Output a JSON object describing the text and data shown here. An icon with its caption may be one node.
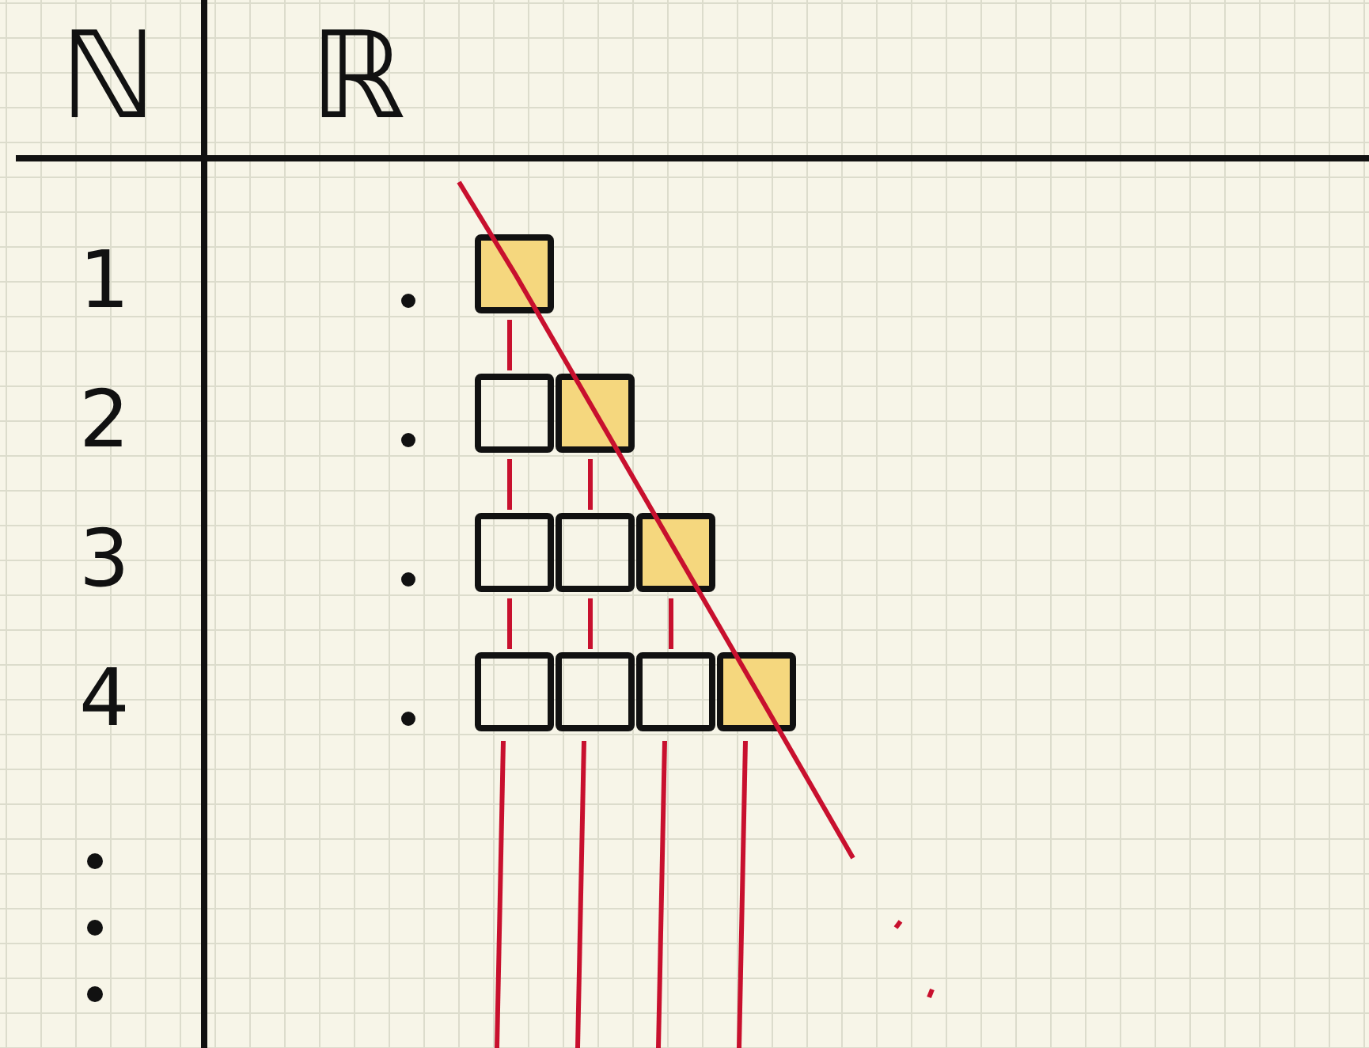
{
  "diagram": {
    "labels": [
      "ℕ",
      "ℝ",
      "1",
      "2",
      "3",
      "4"
    ]
  }
}
